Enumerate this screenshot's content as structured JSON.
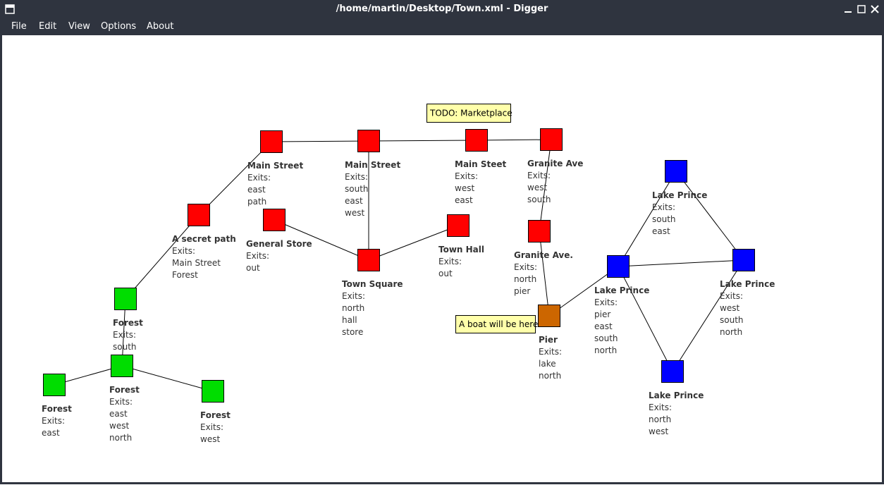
{
  "window": {
    "title": "/home/martin/Desktop/Town.xml - Digger"
  },
  "menu": [
    "File",
    "Edit",
    "View",
    "Options",
    "About"
  ],
  "colors": {
    "street": "#ff0000",
    "forest": "#00dd00",
    "lake": "#0000ff",
    "pier": "#cc6600",
    "note_bg": "#ffffaa",
    "chrome": "#2f343f"
  },
  "exits_label": "Exits:",
  "rooms": [
    {
      "id": "main1",
      "name": "Main Street",
      "kind": "street",
      "exits": [
        "east",
        "path"
      ]
    },
    {
      "id": "main2",
      "name": "Main Street",
      "kind": "street",
      "exits": [
        "south",
        "east",
        "west"
      ]
    },
    {
      "id": "main3",
      "name": "Main Steet",
      "kind": "street",
      "exits": [
        "west",
        "east"
      ]
    },
    {
      "id": "granite1",
      "name": "Granite Ave",
      "kind": "street",
      "exits": [
        "west",
        "south"
      ]
    },
    {
      "id": "secret",
      "name": "A secret path",
      "kind": "street",
      "exits": [
        "Main Street",
        "Forest"
      ]
    },
    {
      "id": "store",
      "name": "General Store",
      "kind": "street",
      "exits": [
        "out"
      ]
    },
    {
      "id": "square",
      "name": "Town Square",
      "kind": "street",
      "exits": [
        "north",
        "hall",
        "store"
      ]
    },
    {
      "id": "hall",
      "name": "Town Hall",
      "kind": "street",
      "exits": [
        "out"
      ]
    },
    {
      "id": "granite2",
      "name": "Granite Ave.",
      "kind": "street",
      "exits": [
        "north",
        "pier"
      ]
    },
    {
      "id": "pier",
      "name": "Pier",
      "kind": "pier",
      "exits": [
        "lake",
        "north"
      ]
    },
    {
      "id": "forest1",
      "name": "Forest",
      "kind": "forest",
      "exits": [
        "south"
      ]
    },
    {
      "id": "forest2",
      "name": "Forest",
      "kind": "forest",
      "exits": [
        "east",
        "west",
        "north"
      ]
    },
    {
      "id": "forest3",
      "name": "Forest",
      "kind": "forest",
      "exits": [
        "east"
      ]
    },
    {
      "id": "forest4",
      "name": "Forest",
      "kind": "forest",
      "exits": [
        "west"
      ]
    },
    {
      "id": "lake1",
      "name": "Lake Prince",
      "kind": "lake",
      "exits": [
        "south",
        "east"
      ]
    },
    {
      "id": "lake2",
      "name": "Lake Prince",
      "kind": "lake",
      "exits": [
        "pier",
        "east",
        "south",
        "north"
      ]
    },
    {
      "id": "lake3",
      "name": "Lake Prince",
      "kind": "lake",
      "exits": [
        "west",
        "south",
        "north"
      ]
    },
    {
      "id": "lake4",
      "name": "Lake Prince",
      "kind": "lake",
      "exits": [
        "north",
        "west"
      ]
    }
  ],
  "links": [
    [
      "main1",
      "main2"
    ],
    [
      "main2",
      "main3"
    ],
    [
      "main3",
      "granite1"
    ],
    [
      "main1",
      "secret"
    ],
    [
      "secret",
      "forest1"
    ],
    [
      "forest1",
      "forest2"
    ],
    [
      "forest2",
      "forest3"
    ],
    [
      "forest2",
      "forest4"
    ],
    [
      "main2",
      "square"
    ],
    [
      "store",
      "square"
    ],
    [
      "square",
      "hall"
    ],
    [
      "granite1",
      "granite2"
    ],
    [
      "granite2",
      "pier"
    ],
    [
      "pier",
      "lake2"
    ],
    [
      "lake2",
      "lake1"
    ],
    [
      "lake2",
      "lake3"
    ],
    [
      "lake2",
      "lake4"
    ],
    [
      "lake1",
      "lake3"
    ],
    [
      "lake3",
      "lake4"
    ]
  ],
  "notes": [
    {
      "id": "note-marketplace",
      "text": "TODO: Marketplace"
    },
    {
      "id": "note-boat",
      "text": "A boat will be here"
    }
  ]
}
